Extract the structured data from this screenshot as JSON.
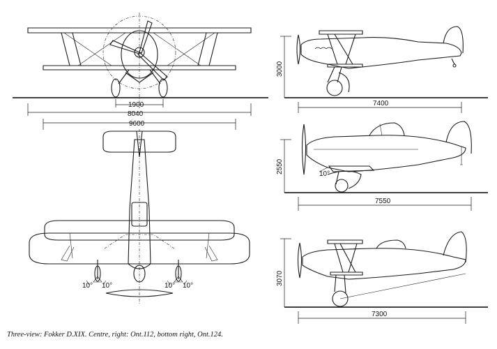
{
  "dimensions": {
    "front_gear_track": "1900",
    "lower_span": "8040",
    "upper_span": "9600",
    "top_height": "3000",
    "top_length": "7400",
    "mid_height": "2550",
    "mid_length": "7550",
    "bottom_height": "3070",
    "bottom_length": "7300",
    "mid_angle": "10°",
    "plan_angle_1": "10°",
    "plan_angle_2": "10°",
    "plan_angle_3": "10°",
    "plan_angle_4": "10°"
  },
  "caption": "Three-view: Fokker D.XIX. Centre, right: Ont.112, bottom right, Ont.124."
}
